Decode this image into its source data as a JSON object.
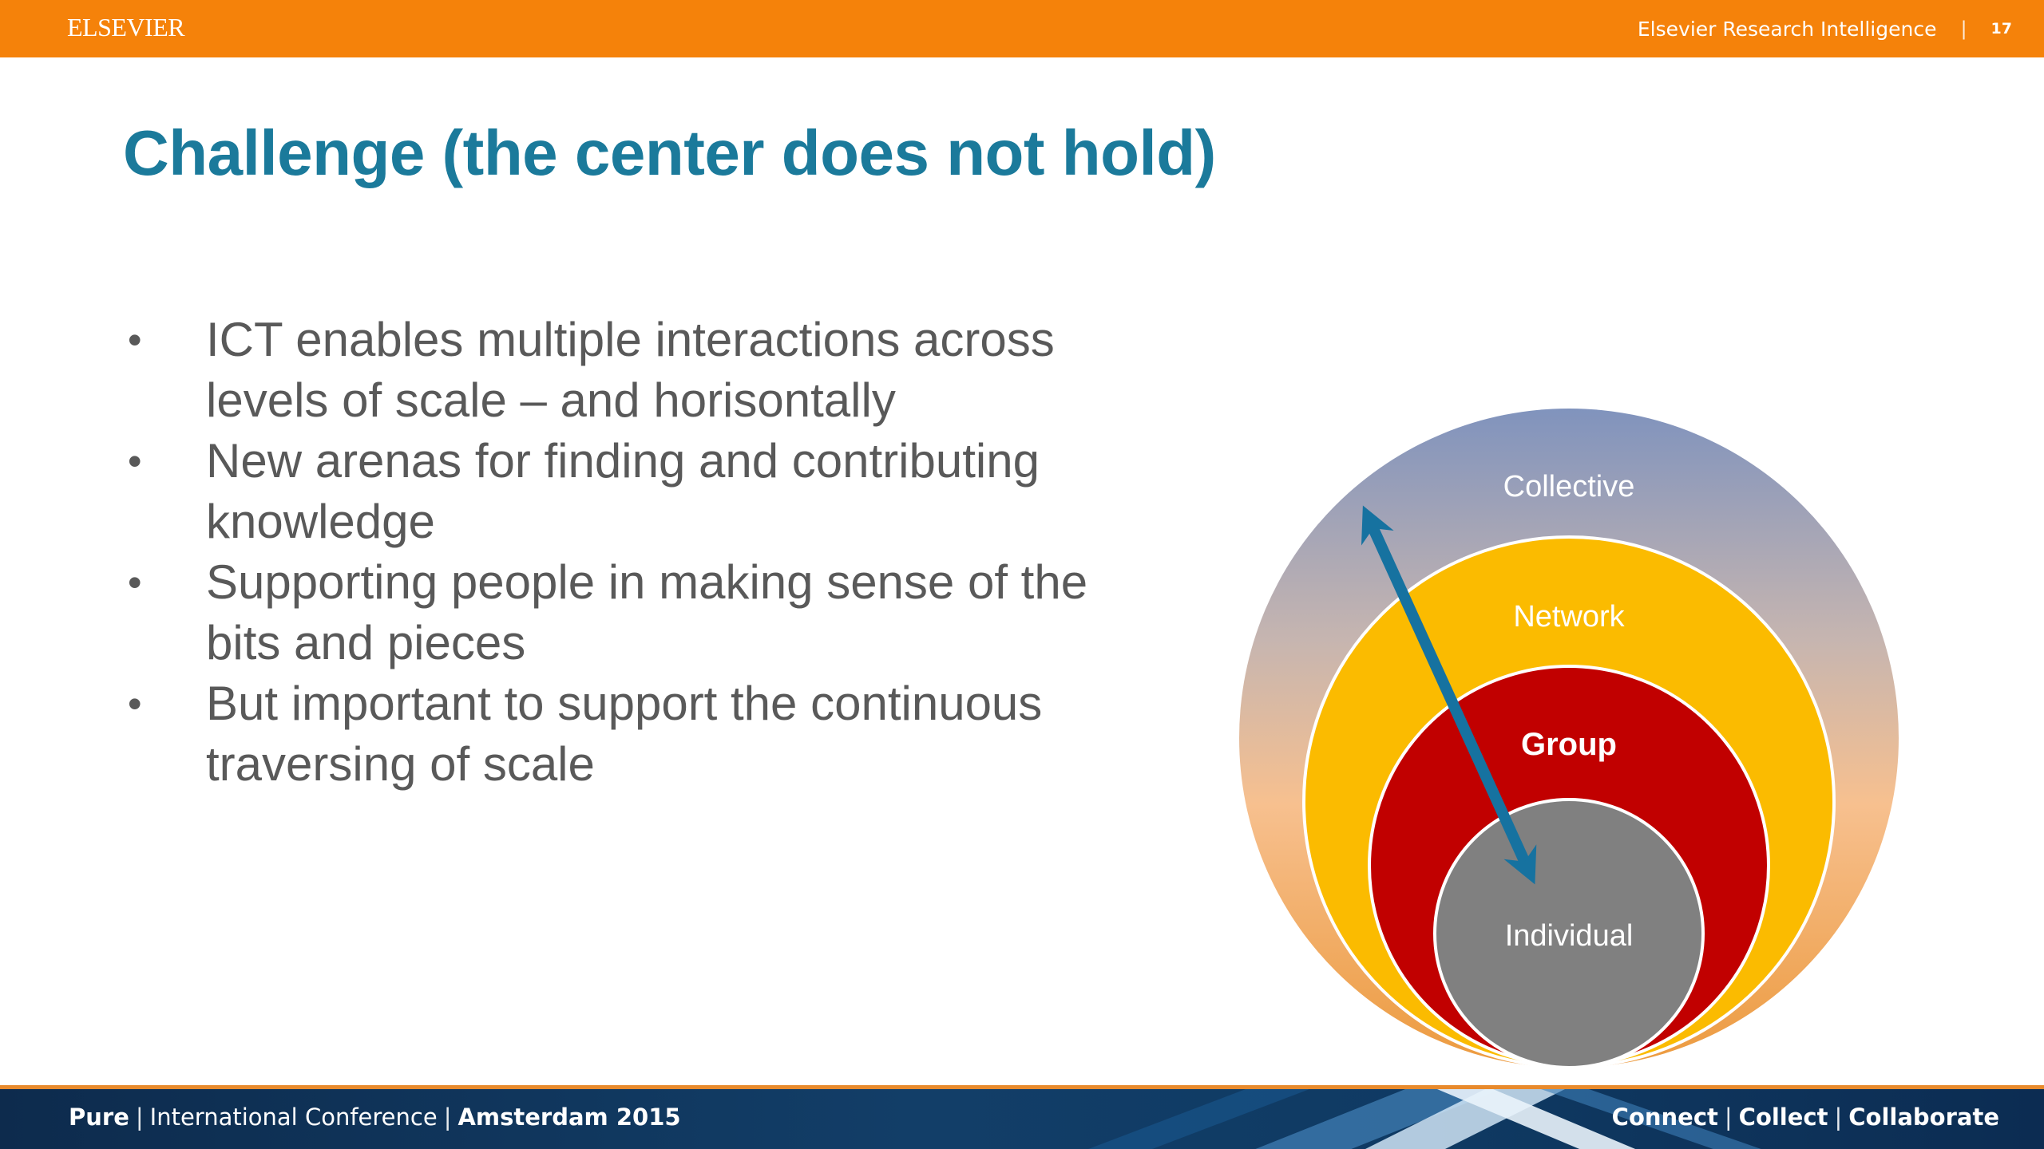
{
  "header": {
    "brand": "ELSEVIER",
    "right_text": "Elsevier Research Intelligence",
    "separator": "|",
    "slide_number": "17"
  },
  "slide": {
    "title": "Challenge (the center does not hold)",
    "bullets": [
      "ICT enables multiple interactions across levels of scale – and horisontally",
      "New arenas for finding and contributing knowledge",
      "Supporting people in making sense of the bits and pieces",
      "But important to support the continuous traversing of scale"
    ],
    "bullet_marker": "•"
  },
  "diagram": {
    "rings": [
      {
        "label": "Collective",
        "color_top": "#8093bd",
        "color_bottom": "#f0a04a"
      },
      {
        "label": "Network",
        "color": "#fbbb00"
      },
      {
        "label": "Group",
        "color": "#c10000"
      },
      {
        "label": "Individual",
        "color": "#808080"
      }
    ],
    "arrow_color": "#1672a0",
    "arrow_icon": "double-headed-arrow"
  },
  "footer": {
    "left_parts": [
      "Pure",
      "International Conference",
      "Amsterdam 2015"
    ],
    "right_parts": [
      "Connect",
      "Collect",
      "Collaborate"
    ],
    "separator": "|"
  },
  "colors": {
    "top_bar": "#f5820a",
    "title": "#1b7a9b",
    "body_text": "#595959",
    "footer_bg": "#0f3a63",
    "footer_border": "#e88a2c"
  }
}
